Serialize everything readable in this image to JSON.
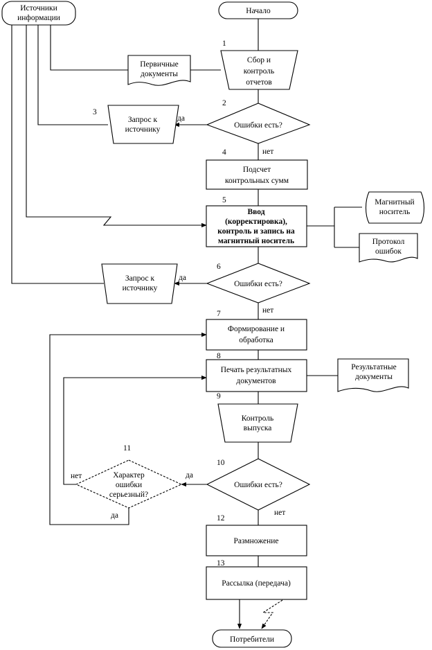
{
  "nodes": {
    "start": "Начало",
    "sources": [
      "Источники",
      "информации"
    ],
    "step1": [
      "Сбор и",
      "контроль",
      "отчетов"
    ],
    "primary_docs": [
      "Первичные",
      "документы"
    ],
    "step2": "Ошибки есть?",
    "step3": [
      "Запрос к",
      "источнику"
    ],
    "step4": [
      "Подсчет",
      "контрольных сумм"
    ],
    "step5": [
      "Ввод",
      "(корректировка),",
      "контроль и запись на",
      "магнитный носитель"
    ],
    "magnetic": [
      "Магнитный",
      "носитель"
    ],
    "protocol": [
      "Протокол",
      "ошибок"
    ],
    "step6": "Ошибки есть?",
    "step6_request": [
      "Запрос к",
      "источнику"
    ],
    "step7": [
      "Формирование и",
      "обработка"
    ],
    "step8": [
      "Печать результатных",
      "документов"
    ],
    "result_docs": [
      "Результатные",
      "документы"
    ],
    "step9": [
      "Контроль",
      "выпуска"
    ],
    "step10": "Ошибки есть?",
    "step11": [
      "Характер",
      "ошибки",
      "серьезный?"
    ],
    "step12": "Размножение",
    "step13": "Рассылка (передача)",
    "consumers": "Потребители"
  },
  "numbers": [
    "1",
    "2",
    "3",
    "4",
    "5",
    "6",
    "7",
    "8",
    "9",
    "10",
    "11",
    "12",
    "13"
  ],
  "labels": {
    "yes": "да",
    "no": "нет"
  }
}
